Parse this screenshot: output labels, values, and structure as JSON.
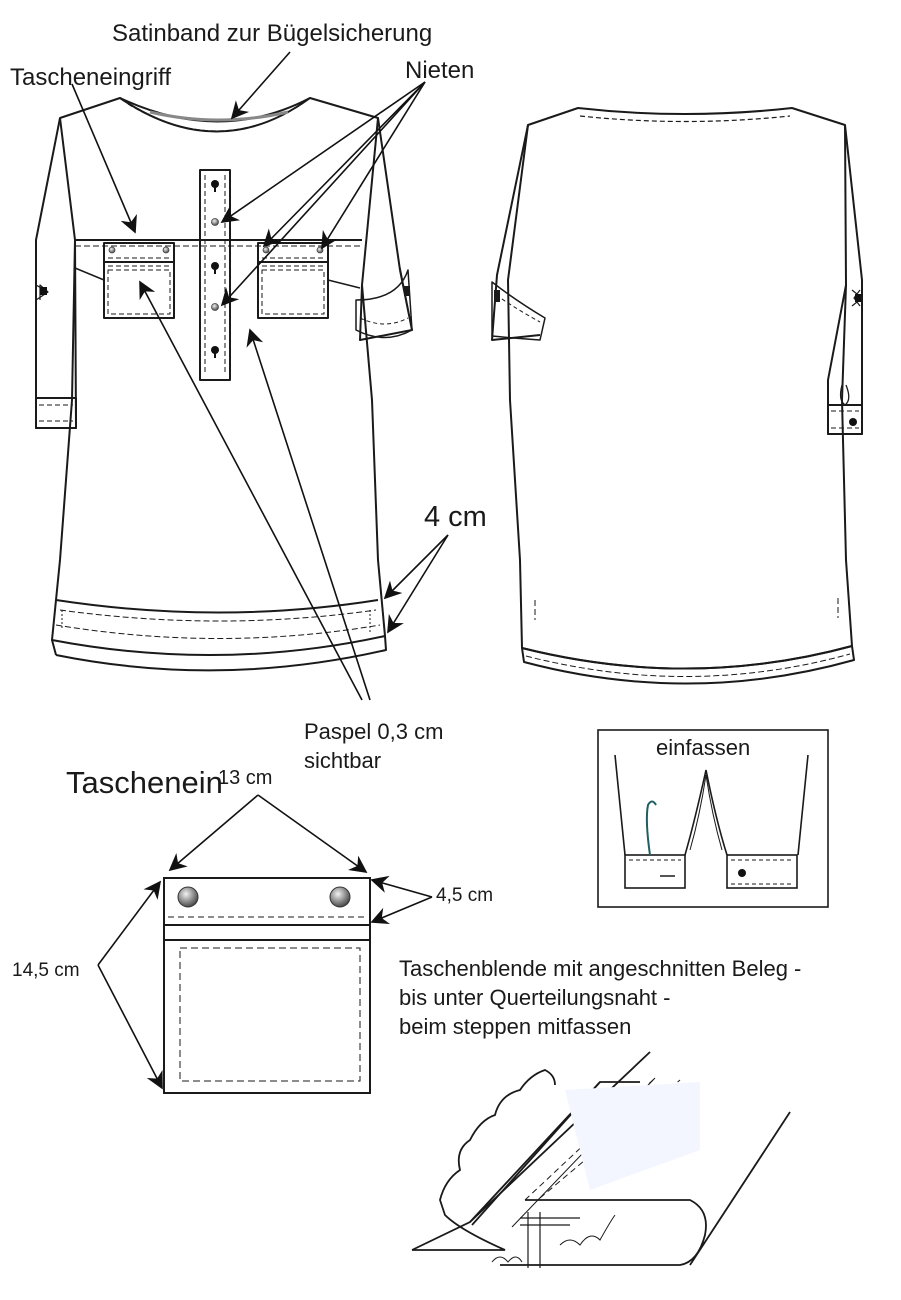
{
  "labels": {
    "satin": "Satinband zur Bügelsicherung",
    "pocket_opening": "Tascheneingriff",
    "rivets": "Nieten",
    "measure_4cm": "4 cm",
    "piping_line1": "Paspel 0,3 cm",
    "piping_line2": "sichtbar",
    "binding": "einfassen",
    "pocket_title": "Taschenein",
    "pocket_width": "13 cm",
    "pocket_height": "14,5 cm",
    "flap_height": "4,5 cm",
    "note_line1": "Taschenblende mit angeschnitten Beleg -",
    "note_line2": "bis unter Querteilungsnaht -",
    "note_line3": "beim steppen mitfassen"
  },
  "colors": {
    "line": "#1a1a1a",
    "thread": "#1f5f63",
    "rivet": "#8c8c8c"
  }
}
